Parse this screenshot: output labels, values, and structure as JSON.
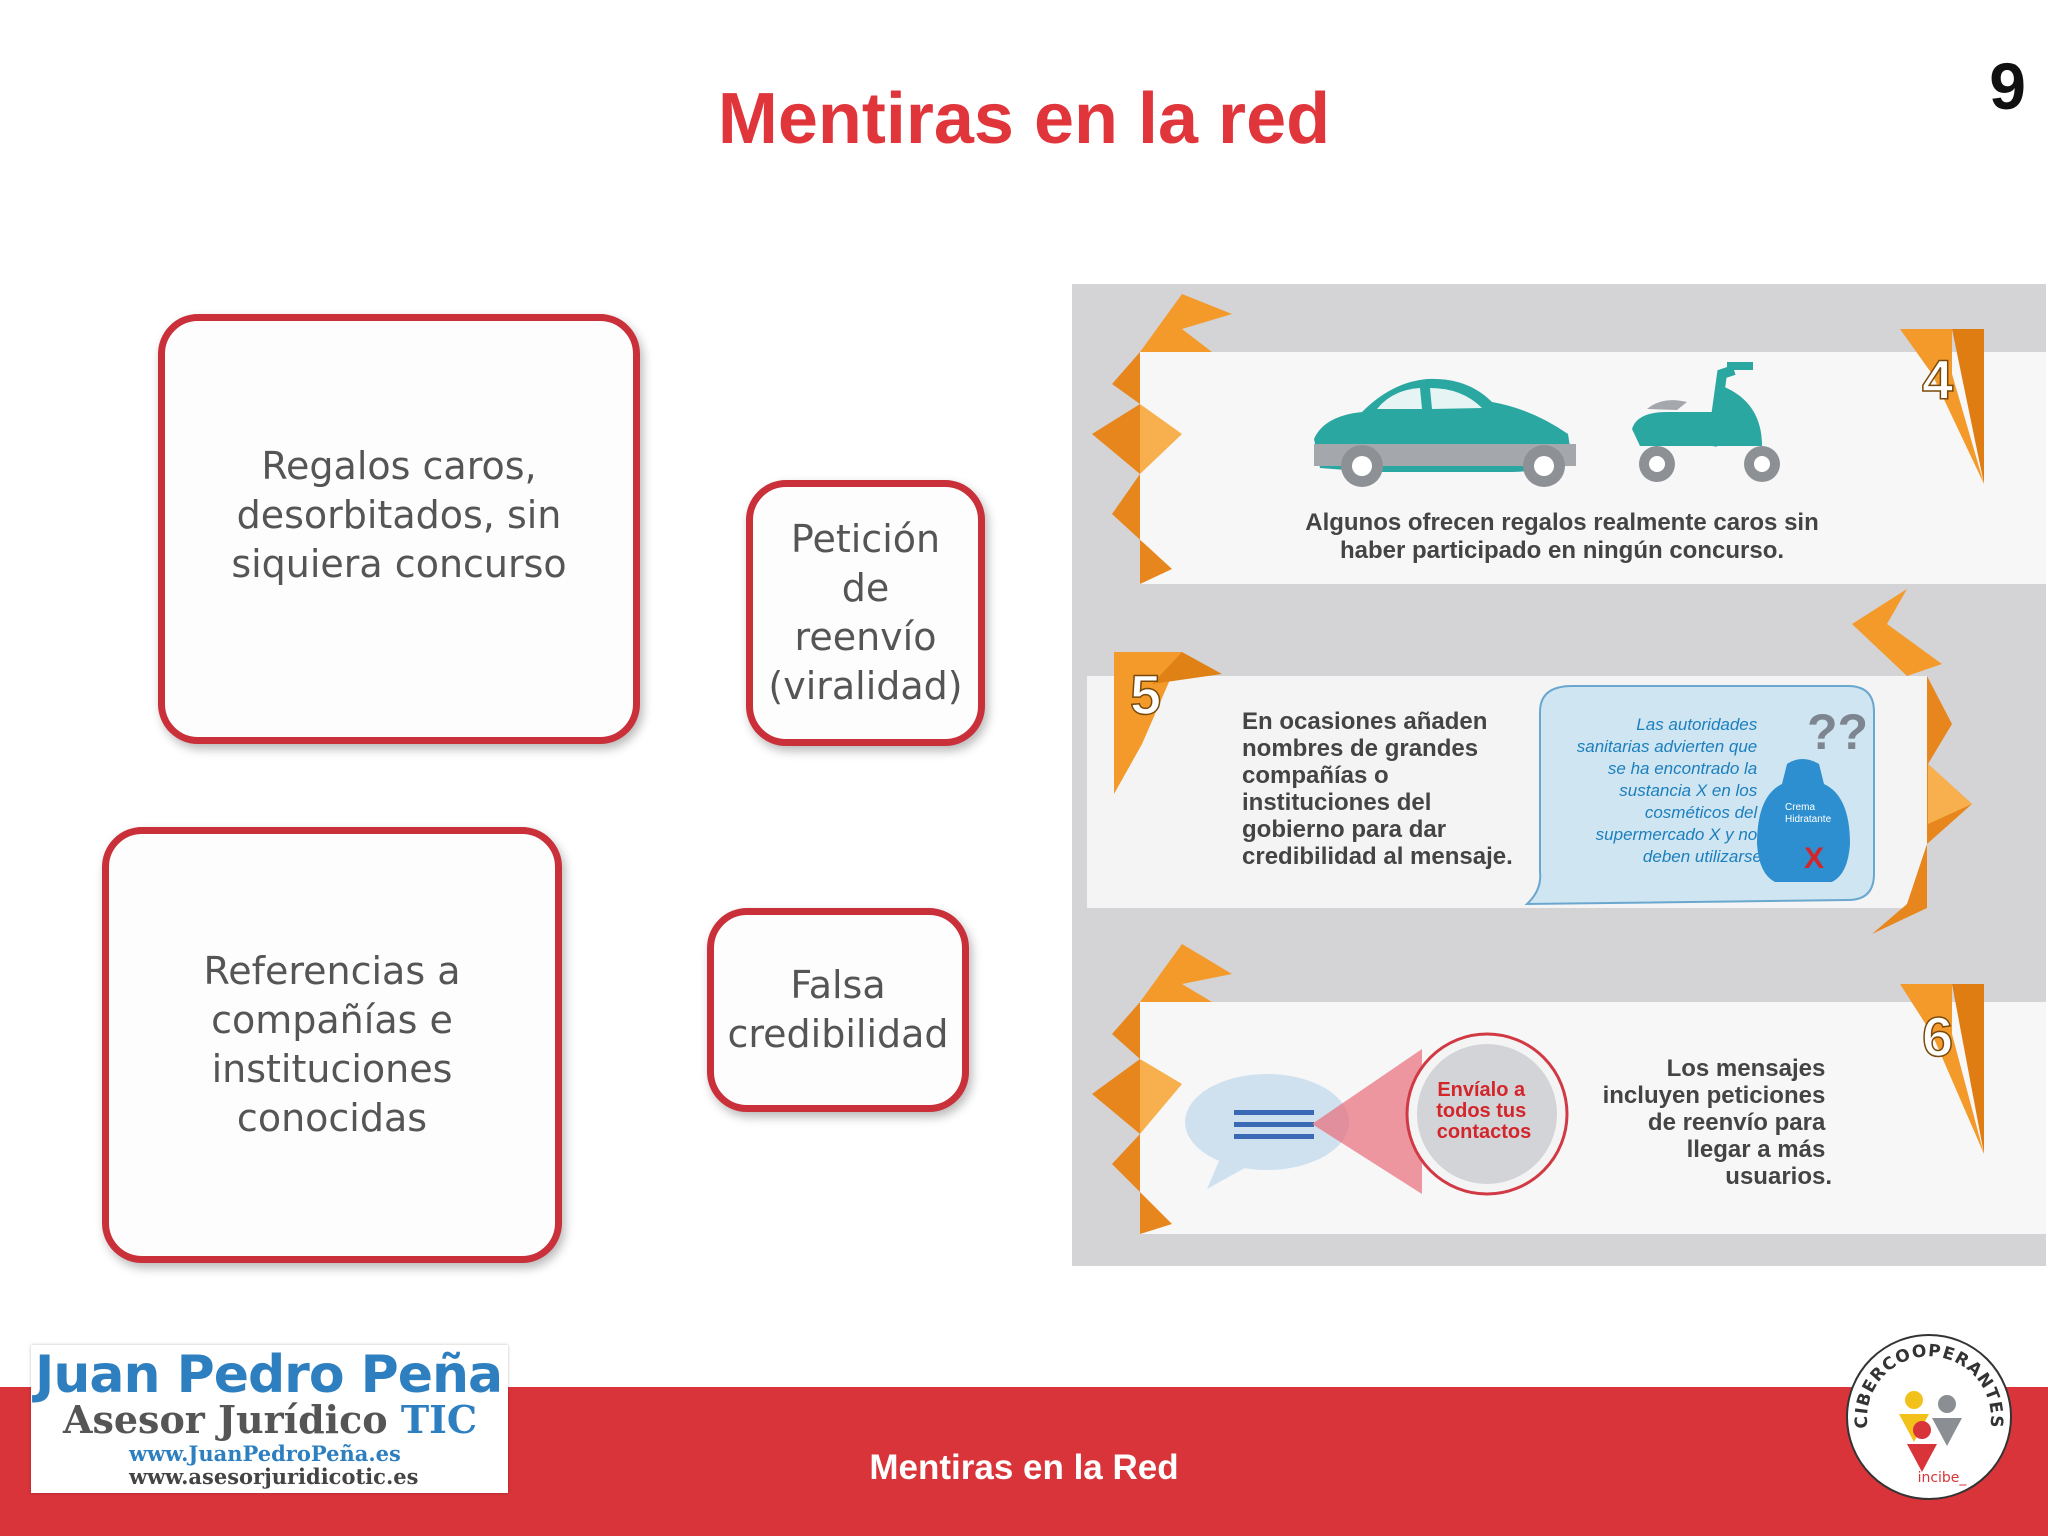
{
  "slide": {
    "title": "Mentiras en la red",
    "page_number": "9"
  },
  "boxes": [
    {
      "text": "Regalos caros,\ndesorbitados, sin\nsiquiera concurso"
    },
    {
      "text": "Petición\nde\nreenvío\n(viralidad)"
    },
    {
      "text": "Referencias a\ncompañías e\ninstituciones\nconocidas"
    },
    {
      "text": "Falsa\ncredibilidad"
    }
  ],
  "infographic": {
    "panel4": {
      "number": "4",
      "line1": "Algunos ofrecen regalos realmente caros sin",
      "line2": "haber participado en ningún concurso."
    },
    "panel5": {
      "number": "5",
      "lines": [
        "En ocasiones añaden",
        "nombres de grandes",
        "compañías o",
        "instituciones del",
        "gobierno para dar",
        "credibilidad al mensaje."
      ],
      "bubble_lines": [
        "Las autoridades",
        "sanitarias advierten que",
        "se ha encontrado la",
        "sustancia X en los",
        "cosméticos del",
        "supermercado X y no",
        "deben utilizarse"
      ],
      "product_label_1": "Crema",
      "product_label_2": "Hidratante",
      "product_mark": "X",
      "question_marks": "??"
    },
    "panel6": {
      "number": "6",
      "callout_lines": [
        "Envíalo a",
        "todos tus",
        "contactos"
      ],
      "lines": [
        "Los mensajes",
        "incluyen peticiones",
        "de reenvío para",
        "llegar a más",
        "usuarios."
      ]
    }
  },
  "footer": {
    "text": "Mentiras en la Red",
    "logo_line1": "Juan Pedro Peña",
    "logo_line2a": "Asesor Jurídico ",
    "logo_line2b": "TIC",
    "logo_line3": "www.JuanPedroPeña.es",
    "logo_line4": "www.asesorjuridicotic.es",
    "seal_text": "CIBERCOOPERANTES",
    "seal_brand": "incibe_"
  }
}
